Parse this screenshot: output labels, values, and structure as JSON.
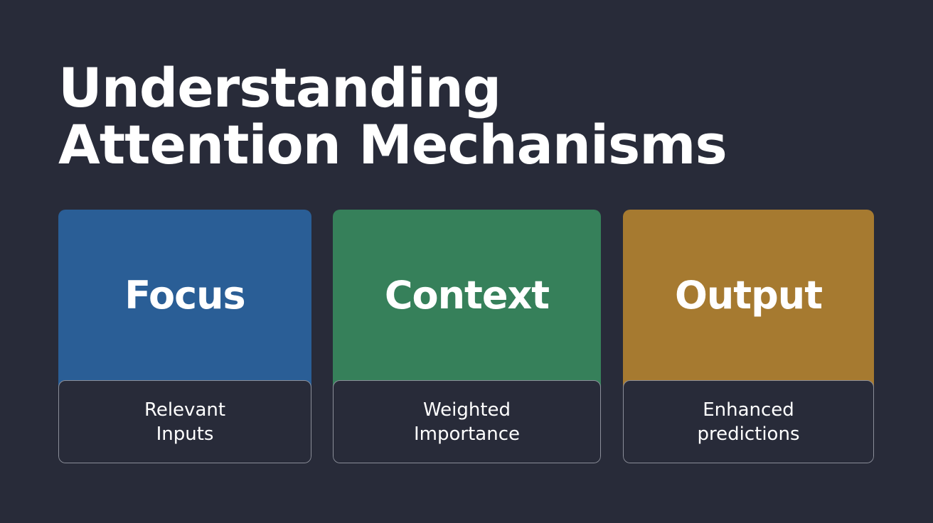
{
  "title": {
    "line1": "Understanding",
    "line2": "Attention Mechanisms"
  },
  "cards": [
    {
      "heading": "Focus",
      "description": "Relevant Inputs",
      "color": "#2a5e96"
    },
    {
      "heading": "Context",
      "description": "Weighted Importance",
      "color": "#36805a"
    },
    {
      "heading": "Output",
      "description": "Enhanced predictions",
      "color": "#a67a30"
    }
  ]
}
